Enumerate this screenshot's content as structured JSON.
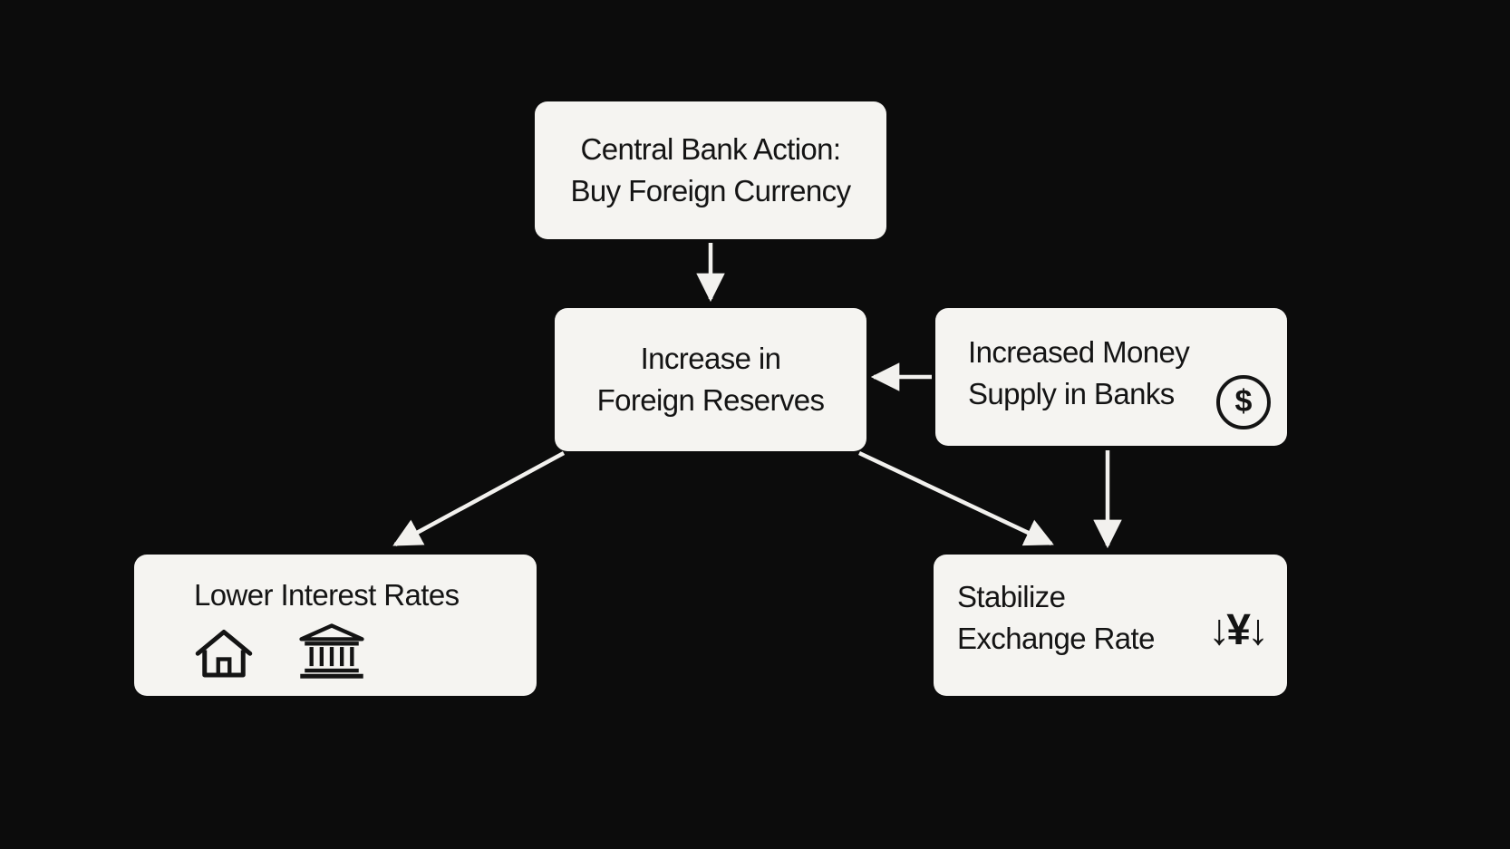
{
  "colors": {
    "background": "#0c0c0c",
    "box_bg": "#f5f4f1",
    "box_text": "#141414",
    "arrow": "#f2f1ee"
  },
  "nodes": {
    "central_bank_action": {
      "line1": "Central Bank Action:",
      "line2": "Buy Foreign Currency"
    },
    "foreign_reserves": {
      "line1": "Increase in",
      "line2": "Foreign Reserves"
    },
    "money_supply": {
      "line1": "Increased Money",
      "line2": "Supply in Banks",
      "icon": "dollar-circle-icon",
      "icon_symbol": "$"
    },
    "lower_interest_rates": {
      "line1": "Lower Interest Rates",
      "icons": [
        "house-icon",
        "bank-icon"
      ]
    },
    "stabilize_exchange_rate": {
      "line1": "Stabilize",
      "line2": "Exchange Rate",
      "icon": "yen-exchange-icon",
      "icon_text": "↓¥↓"
    }
  },
  "edges": [
    {
      "from": "central_bank_action",
      "to": "foreign_reserves"
    },
    {
      "from": "money_supply",
      "to": "foreign_reserves"
    },
    {
      "from": "money_supply",
      "to": "stabilize_exchange_rate"
    },
    {
      "from": "foreign_reserves",
      "to": "lower_interest_rates"
    },
    {
      "from": "foreign_reserves",
      "to": "stabilize_exchange_rate"
    }
  ]
}
